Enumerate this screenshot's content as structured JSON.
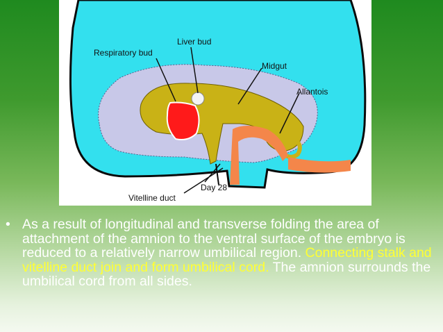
{
  "figure": {
    "labels": {
      "respiratory_bud": "Respiratory bud",
      "liver_bud": "Liver bud",
      "midgut": "Midgut",
      "allantois": "Allantois",
      "day": "Day 28",
      "vitelline_duct": "Vitelline duct"
    },
    "colors": {
      "amniotic_cavity": "#33e0ee",
      "ectoderm_outline": "#0a0a0a",
      "mesoderm": "#c8c8e8",
      "endoderm": "#c9b216",
      "heart": "#ff1a1a",
      "connecting_stalk": "#f4864a"
    }
  },
  "bullet": {
    "marker": "•",
    "text_part1": "As a result of longitudinal and transverse folding the area of attachment of the amnion to the ventral surface of the embryo is reduced to a relatively narrow umbilical region. ",
    "text_highlight": "Connecting stalk and vitelline duct join and form umbilical cord.",
    "text_part2": " The amnion surrounds the umbilical cord from all sides.",
    "highlight_color": "#ffff33"
  }
}
